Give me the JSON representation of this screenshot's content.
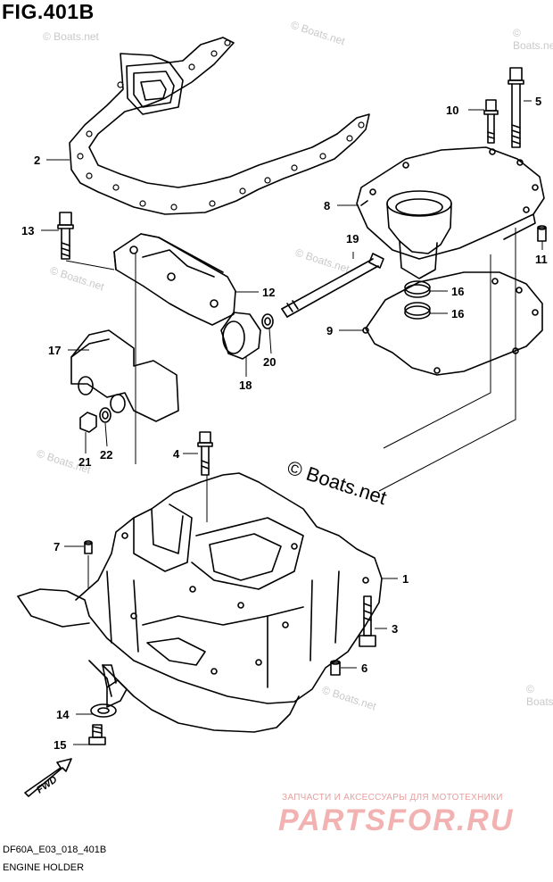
{
  "figure": {
    "title": "FIG.401B",
    "code": "DF60A_E03_018_401B",
    "subtitle": "ENGINE HOLDER"
  },
  "watermarks": {
    "small": "© Boats.net",
    "large": "© Boats.net"
  },
  "branding": {
    "tagline": "ЗАПЧАСТИ И АКСЕССУАРЫ ДЛЯ МОТОТЕХНИКИ",
    "logo": "PARTSFOR.RU",
    "color": "#f3b2b2"
  },
  "fwd_label": "FWD",
  "callouts": {
    "c1": "1",
    "c2": "2",
    "c3": "3",
    "c4": "4",
    "c5": "5",
    "c6": "6",
    "c7": "7",
    "c8": "8",
    "c9": "9",
    "c10": "10",
    "c11": "11",
    "c12": "12",
    "c13": "13",
    "c14": "14",
    "c15": "15",
    "c16a": "16",
    "c16b": "16",
    "c17": "17",
    "c18": "18",
    "c19": "19",
    "c20": "20",
    "c21": "21",
    "c22": "22"
  }
}
